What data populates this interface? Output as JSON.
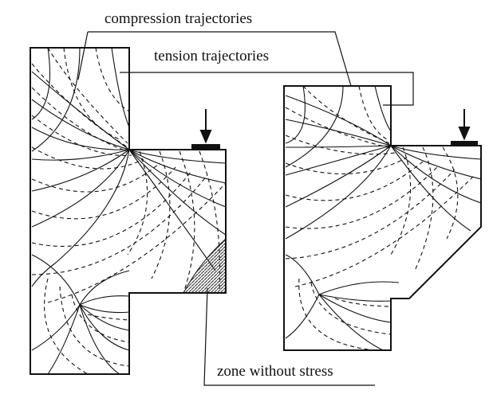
{
  "labels": {
    "compression": "compression trajectories",
    "tension": "tension trajectories",
    "zone": "zone without stress"
  },
  "colors": {
    "ink": "#111111",
    "background": "#ffffff",
    "hatch": "#444444"
  },
  "figures": [
    {
      "name": "left-bracket",
      "loaded": true,
      "unstressed-zone": true
    },
    {
      "name": "right-bracket",
      "loaded": true,
      "unstressed-zone": false
    }
  ]
}
